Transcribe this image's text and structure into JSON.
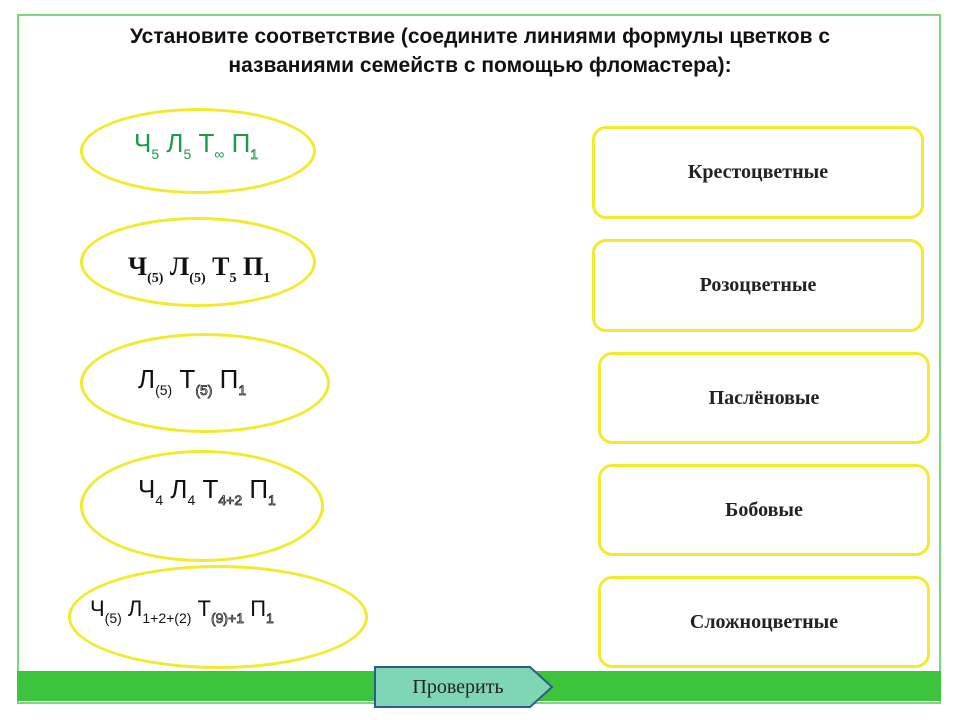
{
  "title": {
    "line1": "Установите соответствие (соедините линиями формулы цветков с",
    "line2": "названиями семейств с помощью фломастера):"
  },
  "formulas": [
    {
      "parts": [
        [
          "Ч",
          "5"
        ],
        [
          "Л",
          "5"
        ],
        [
          "Т",
          "∞"
        ],
        [
          "П",
          "1"
        ]
      ]
    },
    {
      "parts": [
        [
          "Ч",
          "(5)"
        ],
        [
          "Л",
          "(5)"
        ],
        [
          "Т",
          "5"
        ],
        [
          "П",
          "1"
        ]
      ]
    },
    {
      "parts": [
        [
          "Л",
          "(5)"
        ],
        [
          "Т",
          "(5)"
        ],
        [
          "П",
          "1"
        ]
      ]
    },
    {
      "parts": [
        [
          "Ч",
          "4"
        ],
        [
          "Л",
          "4"
        ],
        [
          "Т",
          "4+2"
        ],
        [
          "П",
          "1"
        ]
      ]
    },
    {
      "parts": [
        [
          "Ч",
          "(5)"
        ],
        [
          "Л",
          "1+2+(2)"
        ],
        [
          "Т",
          "(9)+1"
        ],
        [
          "П",
          "1"
        ]
      ]
    }
  ],
  "families": [
    "Крестоцветные",
    "Розоцветные",
    "Паслёновые",
    "Бобовые",
    "Сложноцветные"
  ],
  "check_button": {
    "label": "Проверить"
  },
  "colors": {
    "oval_border": "#f2ea2c",
    "green_bar": "#3cc43c",
    "frame": "#7dd67d",
    "button_fill": "#7fd6b4",
    "formula_green": "#1a9a4a"
  }
}
